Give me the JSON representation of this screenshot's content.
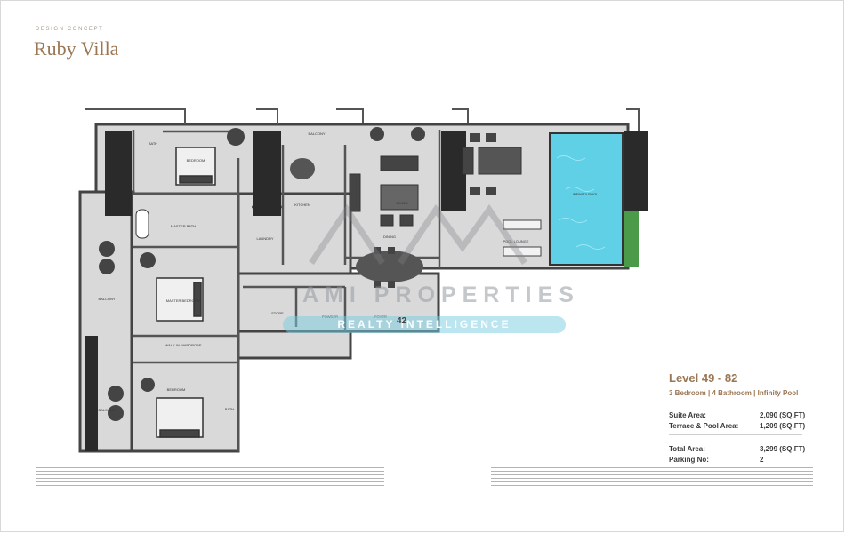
{
  "header": {
    "concept_label": "DESIGN CONCEPT",
    "brand_name": "Ruby Villa"
  },
  "floorplan": {
    "room_labels": {
      "bath_1": "BATH",
      "bedroom_1": "BEDROOM",
      "balcony_top": "BALCONY",
      "kitchen": "KITCHEN",
      "living": "LIVING",
      "dining": "DINING",
      "laundry": "LAUNDRY",
      "master_bath": "MASTER BATH",
      "master_bedroom": "MASTER BEDROOM",
      "balcony_left": "BALCONY",
      "store": "STORE",
      "powder": "POWDER",
      "foyer": "FOYER",
      "walk_in_wardrobe": "WALK-IN WARDROBE",
      "bedroom_3": "BEDROOM",
      "bath_3": "BATH",
      "balcony_bottom": "BALCONY",
      "pool_lounge": "POOL LOUNGE",
      "infinity_pool": "INFINITY POOL"
    },
    "pool_color": "#5fd0e6",
    "wall_color": "#555555",
    "floor_color": "#d9d9d9"
  },
  "watermark": {
    "company": "AMI PROPERTIES",
    "tagline": "REALTY INTELLIGENCE",
    "number": "42"
  },
  "info": {
    "level": "Level 49 - 82",
    "subtitle": "3 Bedroom | 4 Bathroom | Infinity Pool",
    "suite_area_label": "Suite Area:",
    "suite_area_value": "2,090 (SQ.FT)",
    "terrace_area_label": "Terrace & Pool Area:",
    "terrace_area_value": "1,209 (SQ.FT)",
    "total_area_label": "Total Area:",
    "total_area_value": "3,299 (SQ.FT)",
    "parking_label": "Parking No:",
    "parking_value": "2"
  },
  "colors": {
    "accent": "#9b7653",
    "pool": "#5fd0e6"
  }
}
